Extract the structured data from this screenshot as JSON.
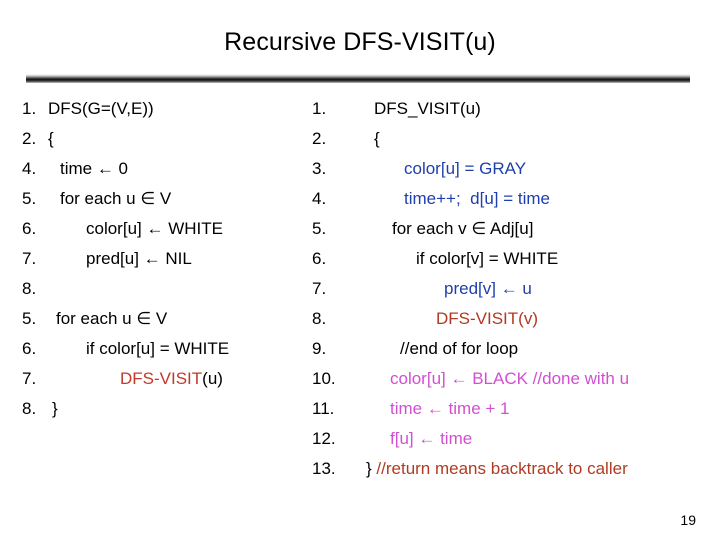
{
  "slide": {
    "title": "Recursive DFS-VISIT(u)",
    "page_number": "19",
    "colors": {
      "black": "#000000",
      "blue": "#1f3faa",
      "red": "#c0392b",
      "brick": "#b03a22",
      "magenta": "#d14fd1"
    }
  },
  "left_column": {
    "lines": [
      {
        "no": "1.",
        "indent": 0,
        "parts": [
          {
            "text": "DFS(G=(V,E))",
            "color": "black"
          }
        ]
      },
      {
        "no": "2.",
        "indent": 0,
        "parts": [
          {
            "text": "{",
            "color": "black"
          }
        ]
      },
      {
        "no": "4.",
        "indent": 12,
        "parts": [
          {
            "text": "time ← 0",
            "color": "black"
          }
        ]
      },
      {
        "no": "5.",
        "indent": 12,
        "parts": [
          {
            "text": "for each u ∈ V",
            "color": "black"
          }
        ]
      },
      {
        "no": "6.",
        "indent": 38,
        "parts": [
          {
            "text": "color[u] ← WHITE",
            "color": "black"
          }
        ]
      },
      {
        "no": "7.",
        "indent": 38,
        "parts": [
          {
            "text": "pred[u] ← NIL",
            "color": "black"
          }
        ]
      },
      {
        "no": "8.",
        "indent": 0,
        "parts": [
          {
            "text": "",
            "color": "black"
          }
        ]
      },
      {
        "no": "5.",
        "indent": 8,
        "parts": [
          {
            "text": "for each u ∈ V",
            "color": "black"
          }
        ]
      },
      {
        "no": "6.",
        "indent": 38,
        "parts": [
          {
            "text": "if color[u] = WHITE",
            "color": "black"
          }
        ]
      },
      {
        "no": "7.",
        "indent": 72,
        "parts": [
          {
            "text": "DFS-VISIT",
            "color": "red"
          },
          {
            "text": "(u)",
            "color": "black"
          }
        ]
      },
      {
        "no": "8.",
        "indent": 4,
        "parts": [
          {
            "text": "}",
            "color": "black"
          }
        ]
      }
    ]
  },
  "right_column": {
    "lines": [
      {
        "no": "1.",
        "indent": 22,
        "parts": [
          {
            "text": "DFS_VISIT(u)",
            "color": "black"
          }
        ]
      },
      {
        "no": "2.",
        "indent": 22,
        "parts": [
          {
            "text": "{",
            "color": "black"
          }
        ]
      },
      {
        "no": "3.",
        "indent": 52,
        "parts": [
          {
            "text": "color[u] = GRAY",
            "color": "blue"
          }
        ]
      },
      {
        "no": "4.",
        "indent": 52,
        "parts": [
          {
            "text": "time++;  d[u] = time",
            "color": "blue"
          }
        ]
      },
      {
        "no": "5.",
        "indent": 40,
        "parts": [
          {
            "text": "for each v ∈ Adj[u]",
            "color": "black"
          }
        ]
      },
      {
        "no": "6.",
        "indent": 64,
        "parts": [
          {
            "text": "if color[v] = WHITE",
            "color": "black"
          }
        ]
      },
      {
        "no": "7.",
        "indent": 92,
        "parts": [
          {
            "text": "pred[v] ← u",
            "color": "blue"
          }
        ]
      },
      {
        "no": "8.",
        "indent": 84,
        "parts": [
          {
            "text": "DFS-VISIT(v)",
            "color": "brick"
          }
        ]
      },
      {
        "no": "9.",
        "indent": 48,
        "parts": [
          {
            "text": "//end of for loop",
            "color": "black"
          }
        ]
      },
      {
        "no": "10.",
        "indent": 38,
        "parts": [
          {
            "text": "color[u] ← BLACK //done with u",
            "color": "magenta"
          }
        ]
      },
      {
        "no": "11.",
        "indent": 38,
        "parts": [
          {
            "text": "time ← time + 1",
            "color": "magenta"
          }
        ]
      },
      {
        "no": "12.",
        "indent": 38,
        "parts": [
          {
            "text": "f[u] ← time",
            "color": "magenta"
          }
        ]
      },
      {
        "no": "13.",
        "indent": 14,
        "parts": [
          {
            "text": "} ",
            "color": "black"
          },
          {
            "text": "//return means backtrack to caller",
            "color": "brick"
          }
        ]
      }
    ]
  }
}
